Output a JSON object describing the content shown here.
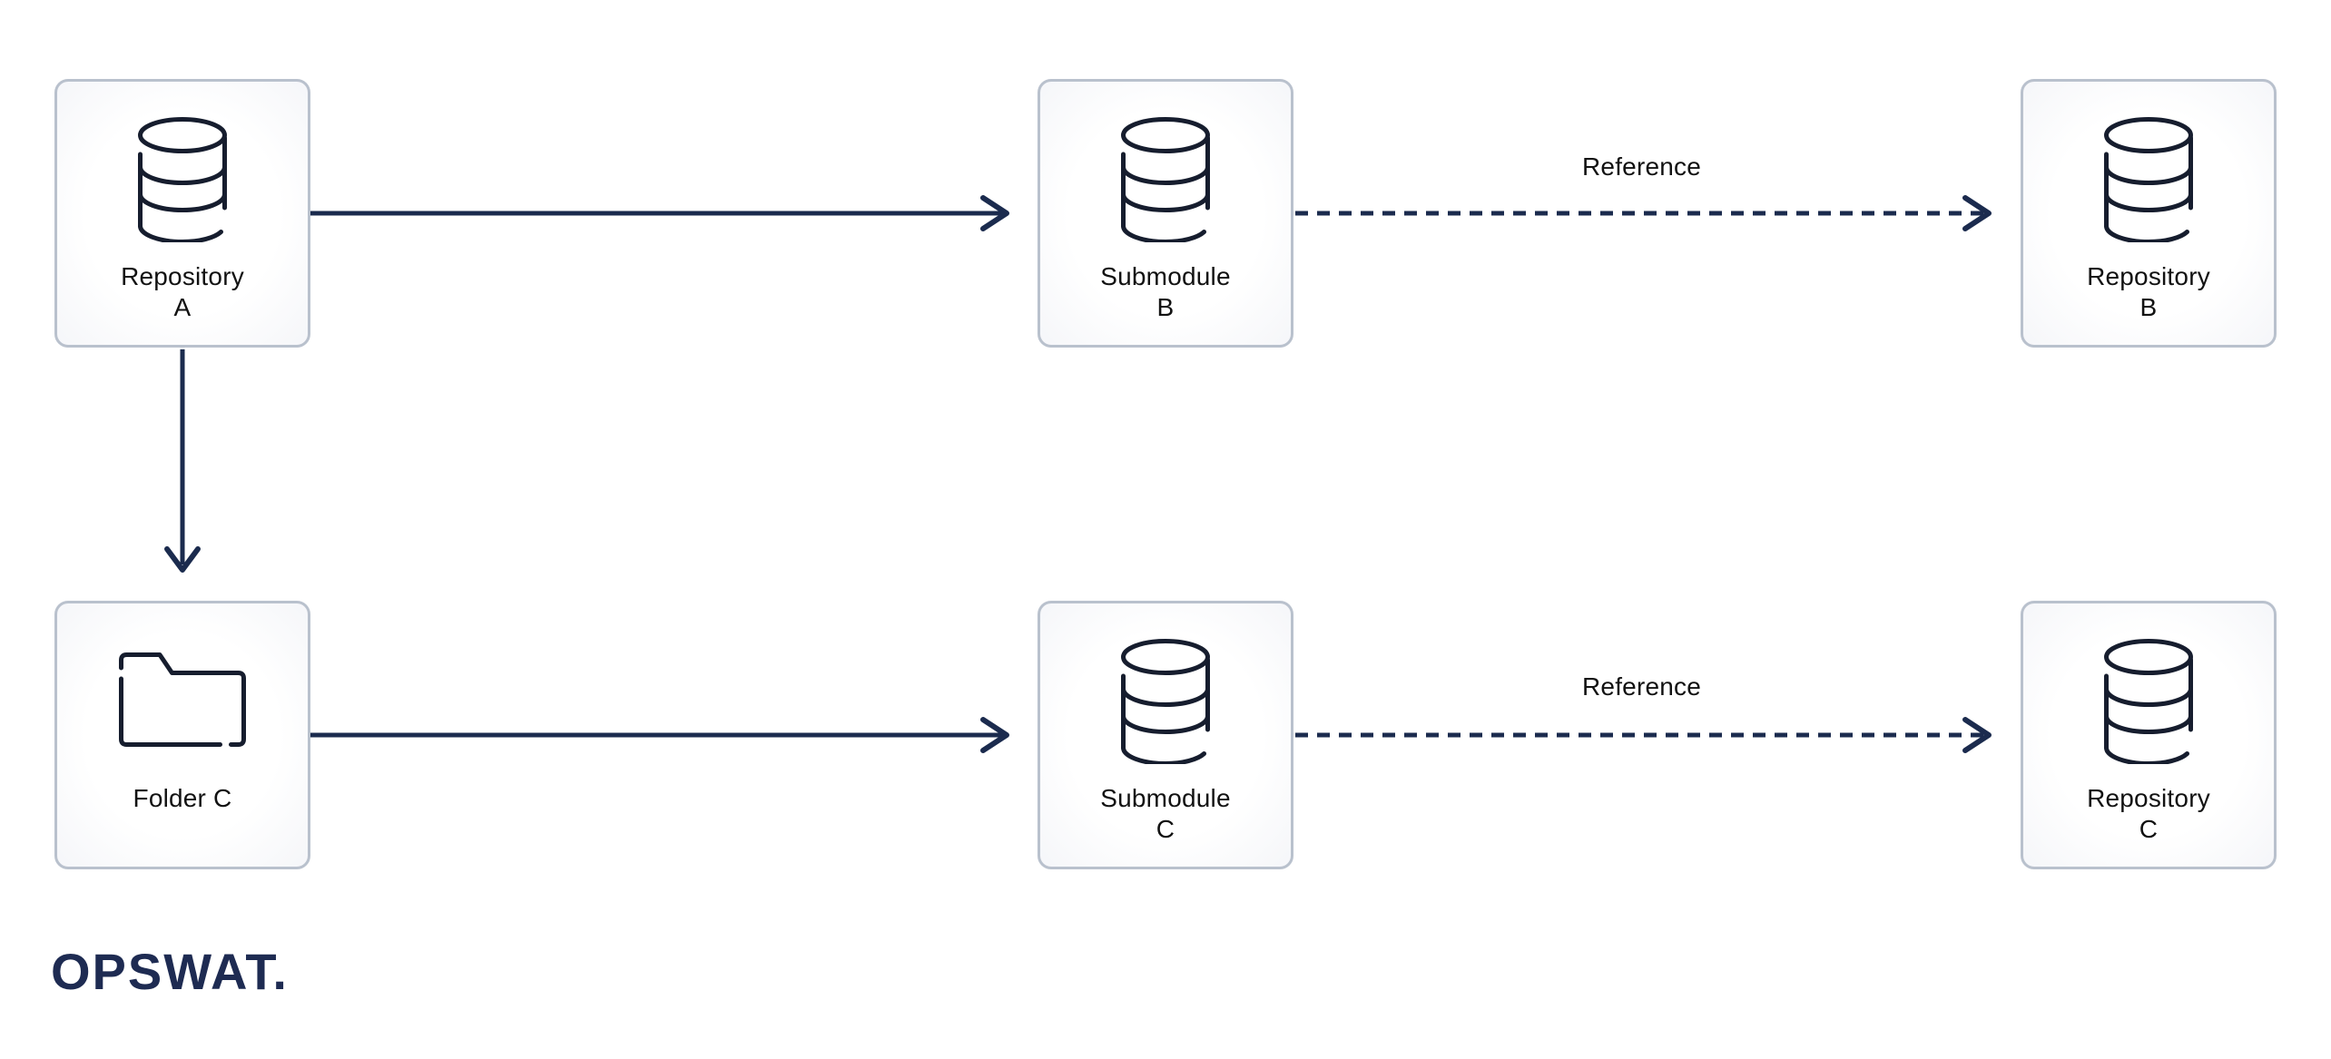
{
  "diagram": {
    "title": "",
    "nodes": [
      {
        "id": "repository-a",
        "label": "Repository\nA",
        "icon": "database"
      },
      {
        "id": "submodule-b",
        "label": "Submodule\nB",
        "icon": "database"
      },
      {
        "id": "repository-b",
        "label": "Repository\nB",
        "icon": "database"
      },
      {
        "id": "folder-c",
        "label": "Folder C",
        "icon": "folder"
      },
      {
        "id": "submodule-c",
        "label": "Submodule\nC",
        "icon": "database"
      },
      {
        "id": "repository-c",
        "label": "Repository\nC",
        "icon": "database"
      }
    ],
    "edges": [
      {
        "from": "repository-a",
        "to": "submodule-b",
        "style": "solid",
        "label": ""
      },
      {
        "from": "submodule-b",
        "to": "repository-b",
        "style": "dashed",
        "label": "Reference"
      },
      {
        "from": "repository-a",
        "to": "folder-c",
        "style": "solid",
        "label": ""
      },
      {
        "from": "folder-c",
        "to": "submodule-c",
        "style": "solid",
        "label": ""
      },
      {
        "from": "submodule-c",
        "to": "repository-c",
        "style": "dashed",
        "label": "Reference"
      }
    ],
    "colors": {
      "arrow": "#1b2b4e",
      "box_border": "#b9c1cd",
      "box_background": "#fdfdfe",
      "icon_stroke": "#161d2e",
      "label_text": "#121212",
      "logo": "#1e2b52",
      "page_background": "#ffffff"
    }
  },
  "brand": {
    "logo_text": "OPSWAT."
  }
}
